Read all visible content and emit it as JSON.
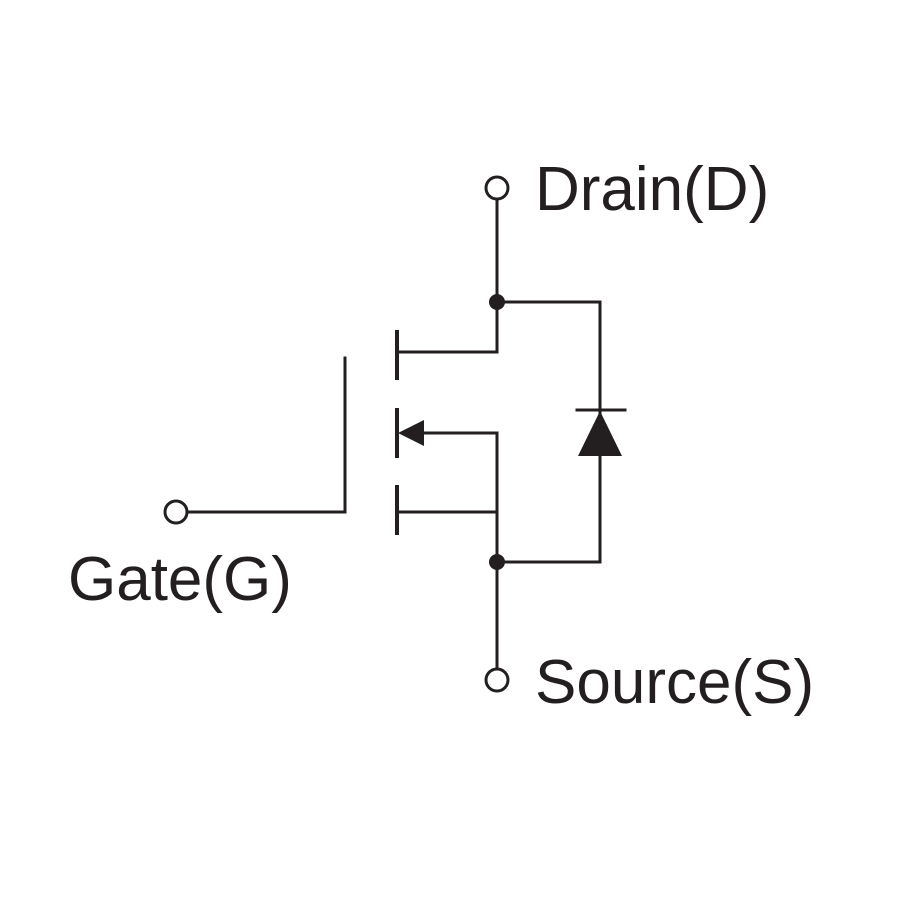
{
  "diagram": {
    "labels": {
      "drain": "Drain(D)",
      "gate": "Gate(G)",
      "source": "Source(S)"
    },
    "colors": {
      "stroke": "#231f20",
      "background": "#ffffff"
    }
  }
}
